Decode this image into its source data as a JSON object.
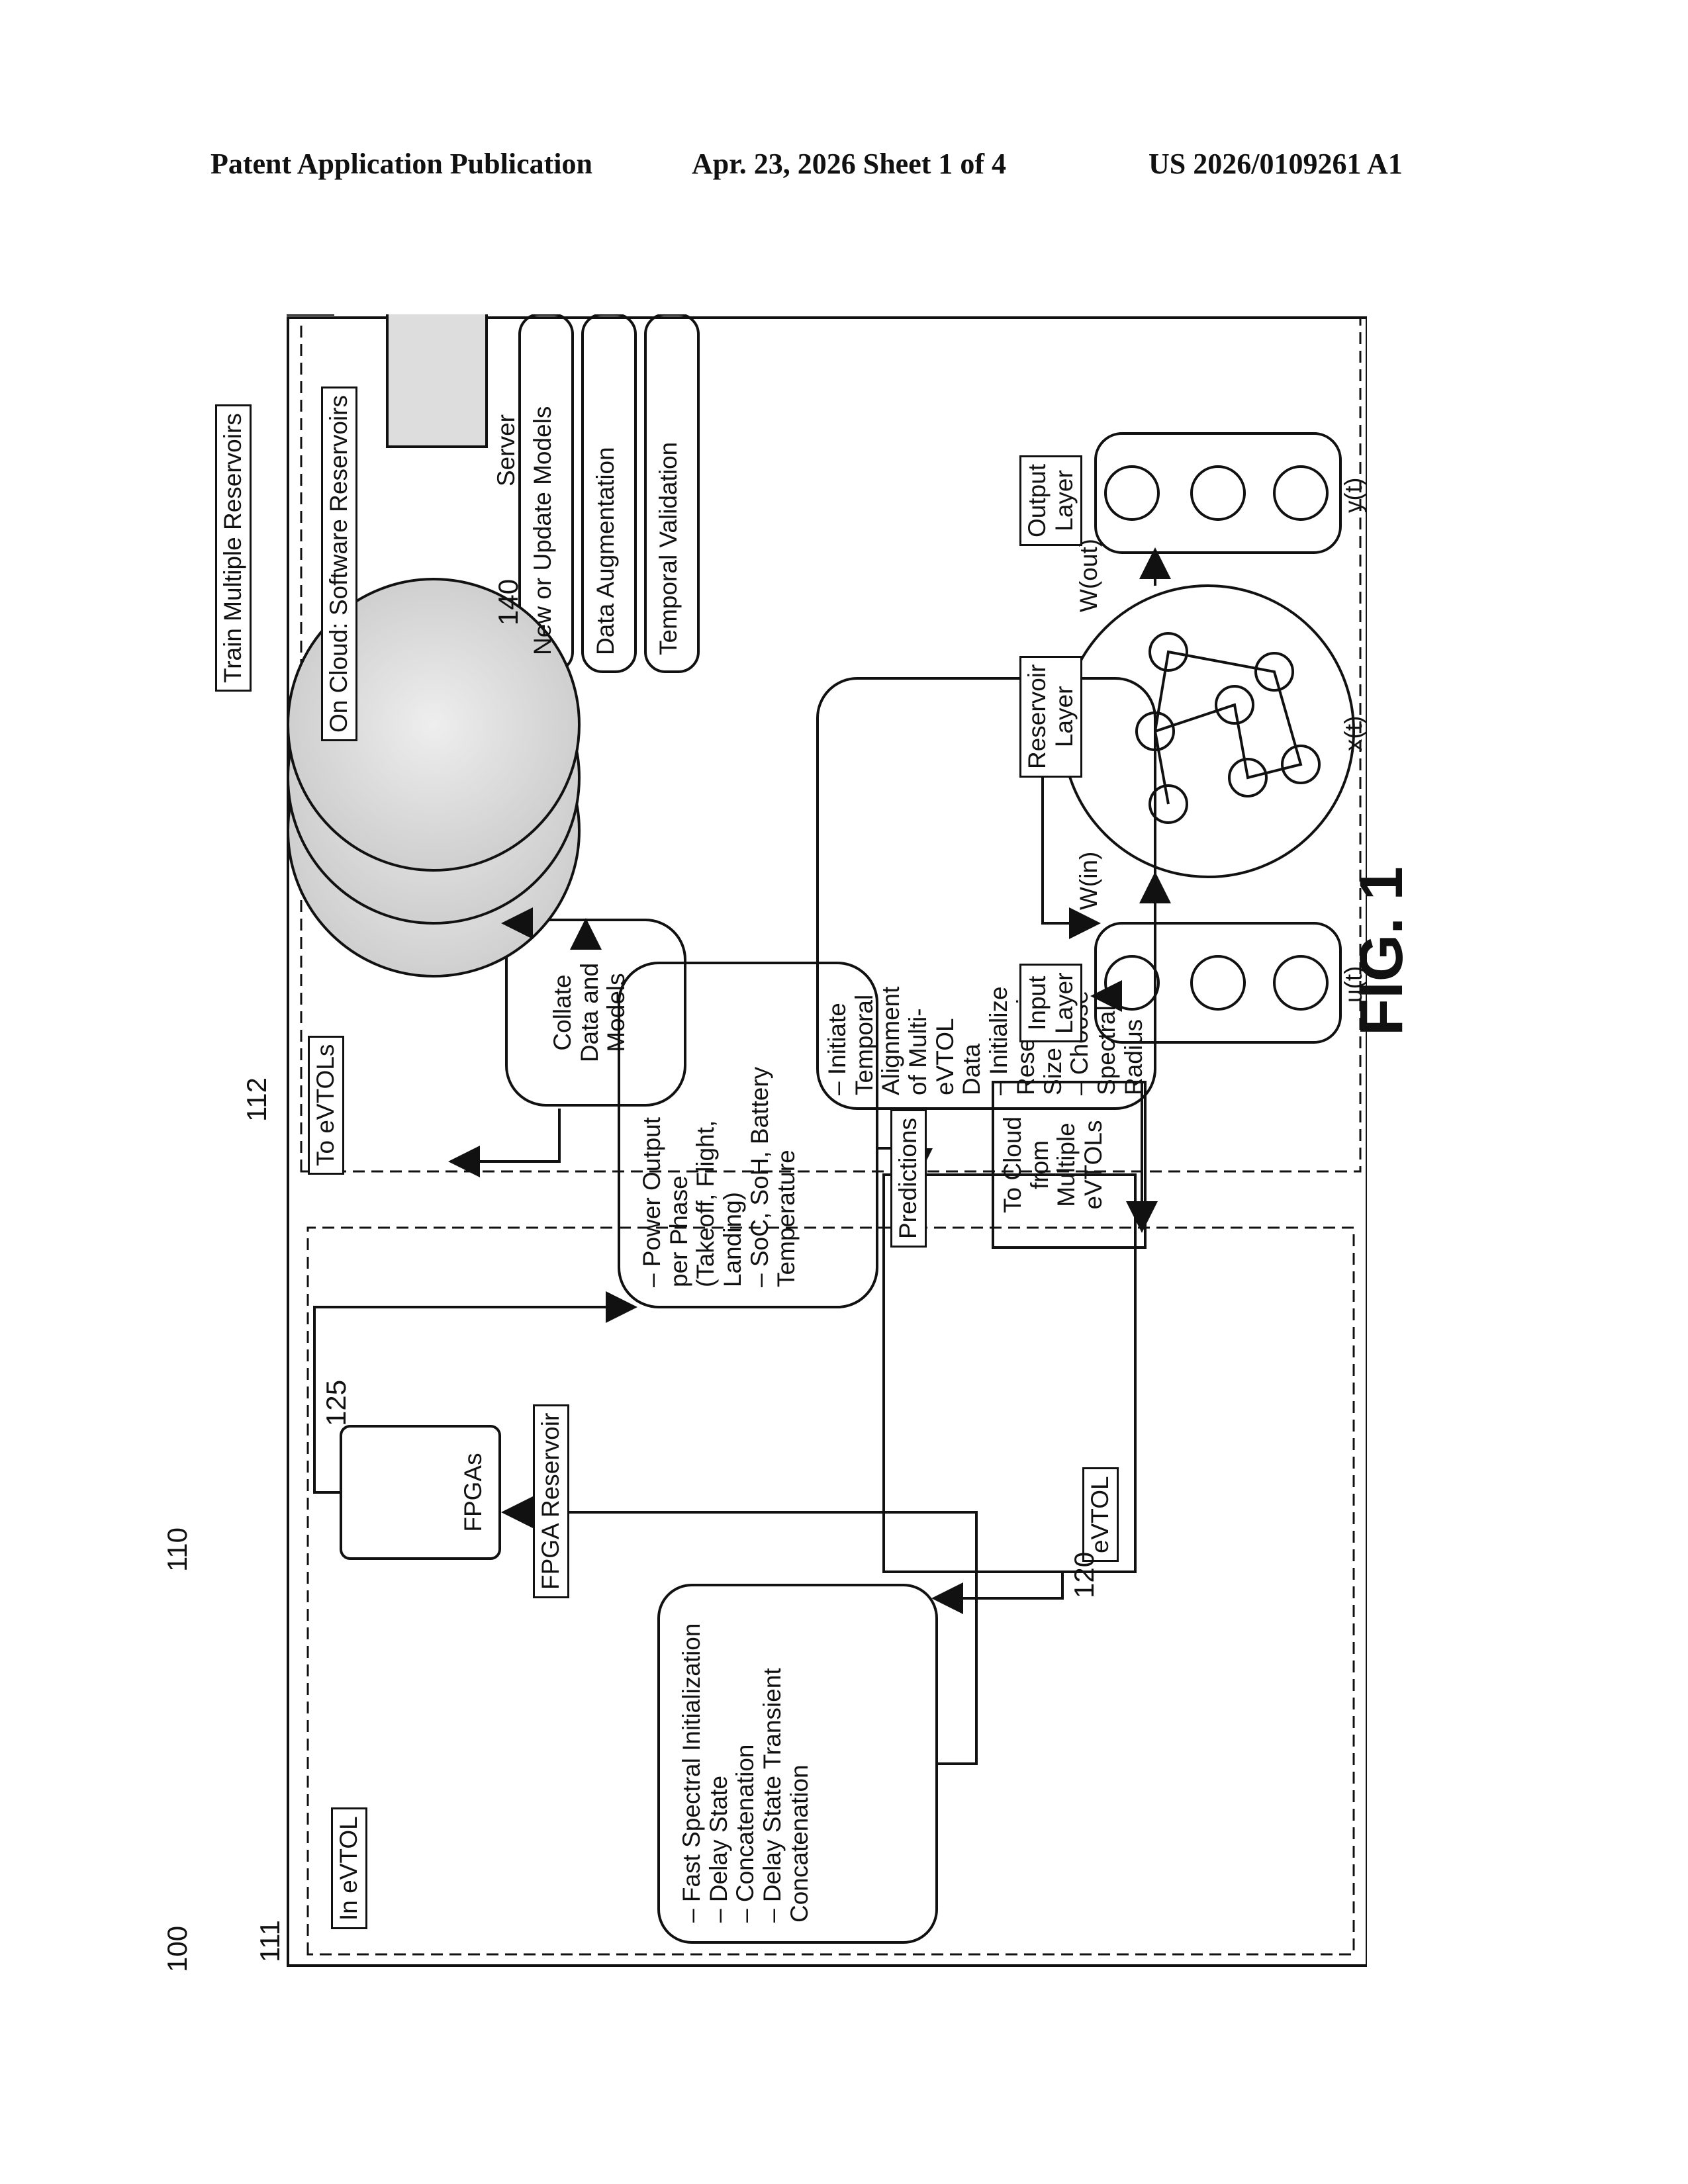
{
  "header": {
    "left": "Patent Application Publication",
    "middle": "Apr. 23, 2026  Sheet 1 of 4",
    "right": "US 2026/0109261 A1"
  },
  "figure": {
    "caption": "FIG. 1",
    "refs": {
      "r100": "100",
      "r110": "110",
      "r111": "111",
      "r112": "112",
      "r120": "120",
      "r125": "125",
      "r140": "140"
    },
    "evtol_section": {
      "label": "In eVTOL",
      "fpga_chip": "FPGAs",
      "fpga_reservoir": "FPGA Reservoir",
      "init_list": "– Fast Spectral Initialization\n– Delay State\n– Concatenation\n– Delay State Transient\n   Concatenation",
      "outputs_list": "– Power Output\n   per Phase\n   (Takeoff, Flight,\n   Landing)\n– SoC, SoH, Battery\n   Temperature",
      "predictions": "Predictions",
      "evtol_box": "eVTOL",
      "to_cloud": "To Cloud\nfrom\nMultiple\neVTOLs"
    },
    "cloud_section": {
      "label": "On Cloud: Software Reservoirs",
      "train": "Train Multiple Reservoirs",
      "server": "Server",
      "new_models": "New or Update Models",
      "data_aug": "Data Augmentation",
      "temporal_val": "Temporal Validation",
      "collate": "Collate\nData and\nModels",
      "to_evtols": "To eVTOLs",
      "init_list": "– Initiate\n   Temporal\n   Alignment\n   of Multi-\n   eVTOL\n   Data\n– Initialize\n   Reservoir\n   Size\n– Choose\n   Spectral\n   Radius"
    },
    "esn": {
      "input_layer": "Input\nLayer",
      "reservoir_layer": "Reservoir\nLayer",
      "output_layer": "Output\nLayer",
      "w_in": "W(in)",
      "w_out": "W(out)",
      "u": "u(t)",
      "x": "x(t)",
      "y": "y(t)"
    }
  }
}
